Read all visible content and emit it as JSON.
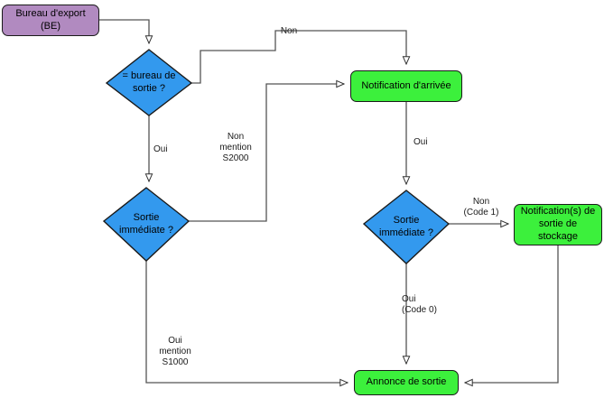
{
  "diagram": {
    "title": "Bureau d'export flowchart",
    "colors": {
      "purple": "#b18ac0",
      "green": "#3cf03c",
      "blue": "#3399ee",
      "stroke": "#1a1a1a",
      "wire": "#555555",
      "background": "#ffffff"
    },
    "nodes": [
      {
        "id": "bureau-export",
        "label": "Bureau d'export (BE)",
        "shape": "rounded-box",
        "color": "purple"
      },
      {
        "id": "bureau-de-sortie",
        "label": "= bureau de\nsortie ?",
        "shape": "diamond",
        "color": "blue"
      },
      {
        "id": "notification-arrivee",
        "label": "Notification d'arrivée",
        "shape": "rounded-box",
        "color": "green"
      },
      {
        "id": "sortie-immediate-gauche",
        "label": "Sortie\nimmédiate ?",
        "shape": "diamond",
        "color": "blue"
      },
      {
        "id": "sortie-immediate-droite",
        "label": "Sortie\nimmédiate ?",
        "shape": "diamond",
        "color": "blue"
      },
      {
        "id": "notification-sortie-stockage",
        "label": "Notification(s) de\nsortie de stockage",
        "shape": "rounded-box",
        "color": "green"
      },
      {
        "id": "annonce-de-sortie",
        "label": "Annonce de sortie",
        "shape": "rounded-box",
        "color": "green"
      }
    ],
    "edge_labels": [
      {
        "id": "non-top",
        "text": "Non"
      },
      {
        "id": "oui-gauche-haut",
        "text": "Oui"
      },
      {
        "id": "non-mention-s2000",
        "text": "Non\nmention\nS2000"
      },
      {
        "id": "oui-droite-haut",
        "text": "Oui"
      },
      {
        "id": "non-code-1",
        "text": "Non\n(Code 1)"
      },
      {
        "id": "oui-code-0",
        "text": "Oui\n(Code 0)"
      },
      {
        "id": "oui-mention-s1000",
        "text": "Oui\nmention\nS1000"
      }
    ]
  }
}
